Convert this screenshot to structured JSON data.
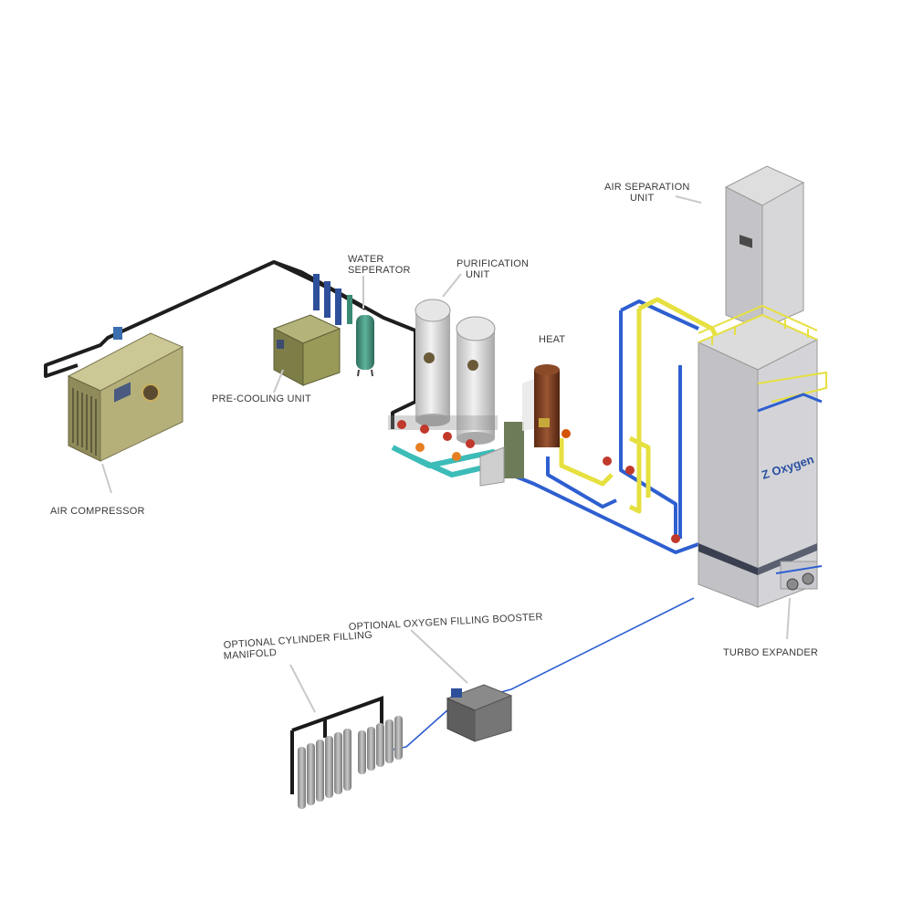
{
  "diagram": {
    "labels": {
      "air_compressor": "AIR COMPRESSOR",
      "pre_cooling_unit": "PRE-COOLING UNIT",
      "water_separator_line1": "WATER",
      "water_separator_line2": "SEPERATOR",
      "purification_line1": "PURIFICATION",
      "purification_line2": "UNIT",
      "heat": "HEAT",
      "air_separation_line1": "AIR SEPARATION",
      "air_separation_line2": "UNIT",
      "turbo_expander": "TURBO EXPANDER",
      "booster": "OPTIONAL OXYGEN FILLING BOOSTER",
      "manifold_line1": "OPTIONAL CYLINDER FILLING",
      "manifold_line2": "MANIFOLD"
    },
    "brand_text": "Z Oxygen",
    "colors": {
      "compressor": "#b5b07a",
      "precooler": "#9a9a58",
      "separator": "#3f8f7a",
      "vessel": "#d9d9d9",
      "tower": "#cfcfd3",
      "pipe_black": "#1e1e1e",
      "pipe_blue": "#2e5fd0",
      "pipe_yellow": "#e6e040",
      "pipe_teal": "#3cbcb8",
      "heater": "#7a3a1c",
      "booster": "#707070",
      "cylinder": "#9c9c9c"
    }
  }
}
